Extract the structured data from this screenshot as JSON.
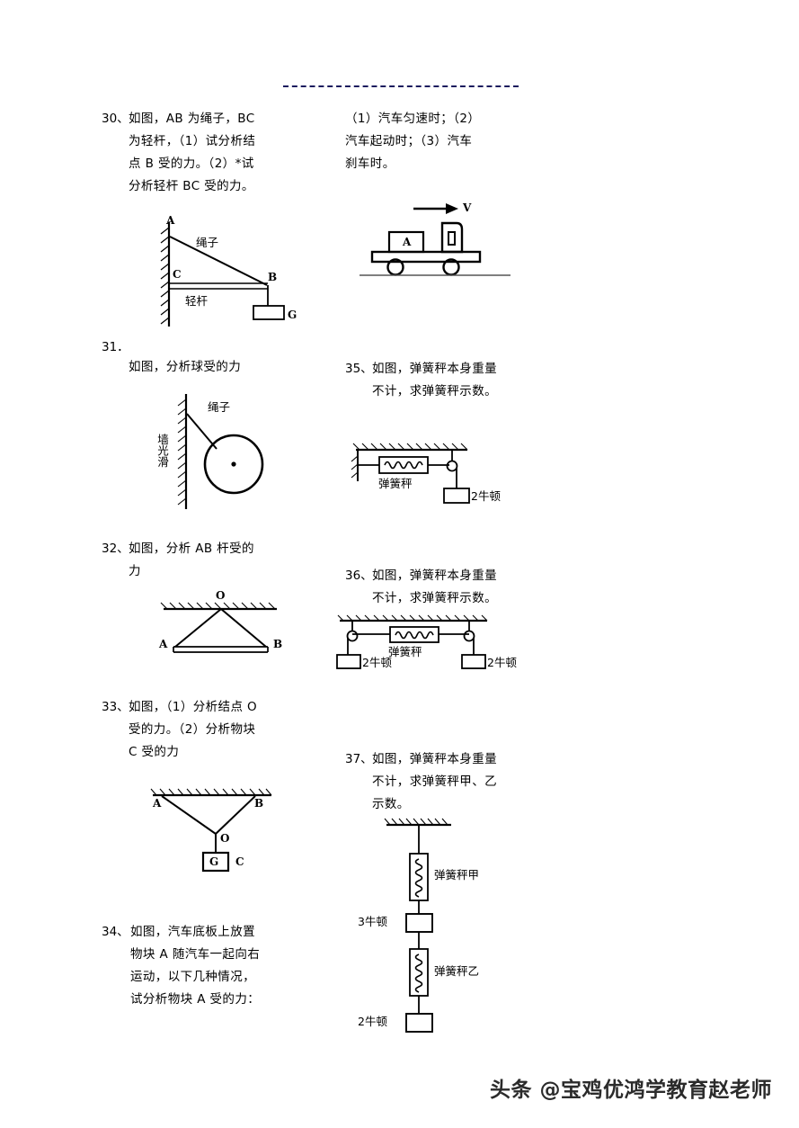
{
  "document": {
    "separator": "dashed-rule",
    "footer_watermark": "头条 @宝鸡优鸿学教育赵老师"
  },
  "problems": [
    {
      "id": "30",
      "number": "30、",
      "text": "如图，AB 为绳子，BC\n为轻杆，（1）试分析结\n点 B 受的力。（2）*试\n分析轻杆 BC 受的力。",
      "figure": {
        "name": "rope-and-light-rod",
        "labels": {
          "a": "A",
          "b": "B",
          "c": "C",
          "g": "G",
          "rope": "绳子",
          "rod": "轻杆"
        }
      }
    },
    {
      "id": "31",
      "number": "31．",
      "text": "如图，分析球受的力",
      "figure": {
        "name": "ball-against-smooth-wall",
        "labels": {
          "rope": "绳子",
          "wall": "墙光滑"
        }
      }
    },
    {
      "id": "32",
      "number": "32、",
      "text": "如图，分析 AB 杆受的\n力",
      "figure": {
        "name": "triangle-bar-ab",
        "labels": {
          "o": "O",
          "a": "A",
          "b": "B"
        }
      }
    },
    {
      "id": "33",
      "number": "33、",
      "text": "如图，（1）分析结点 O\n受的力。（2）分析物块\nC 受的力",
      "figure": {
        "name": "knot-o-hanging-block-c",
        "labels": {
          "a": "A",
          "b": "B",
          "o": "O",
          "g": "G",
          "c": "C"
        }
      }
    },
    {
      "id": "34",
      "number": "34、",
      "text": "如图，汽车底板上放置\n物块 A 随汽车一起向右\n运动，以下几种情况，\n试分析物块  A 受的力：",
      "figure": {
        "name": "truck-with-block-a",
        "labels": {
          "block": "A",
          "velocity": "V"
        }
      },
      "continuation": "（1）汽车匀速时；（2）\n汽车起动时；（3）汽车\n刹车时。"
    },
    {
      "id": "35",
      "number": "35、",
      "text": "如图，弹簧秤本身重量\n不计，求弹簧秤示数。",
      "figure": {
        "name": "spring-scale-single-pulley",
        "labels": {
          "scale": "弹簧秤",
          "weight": "2牛顿"
        }
      }
    },
    {
      "id": "36",
      "number": "36、",
      "text": "如图，弹簧秤本身重量\n不计，求弹簧秤示数。",
      "figure": {
        "name": "spring-scale-two-pulleys",
        "labels": {
          "scale": "弹簧秤",
          "weight_left": "2牛顿",
          "weight_right": "2牛顿"
        }
      }
    },
    {
      "id": "37",
      "number": "37、",
      "text": "如图，弹簧秤本身重量\n不计，求弹簧秤甲、乙\n示数。",
      "figure": {
        "name": "two-spring-scales-vertical-chain",
        "labels": {
          "scale_jia": "弹簧秤甲",
          "weight_mid": "3牛顿",
          "scale_yi": "弹簧秤乙",
          "weight_bottom": "2牛顿"
        }
      }
    }
  ]
}
